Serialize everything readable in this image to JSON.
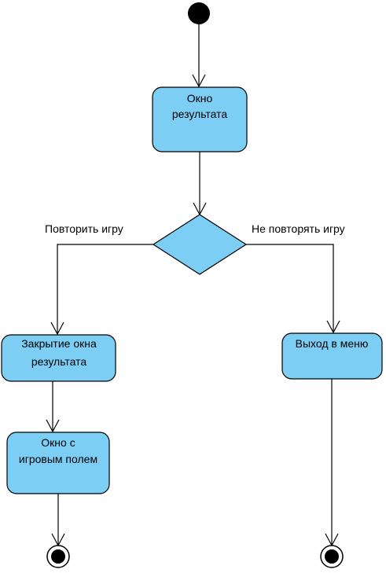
{
  "colors": {
    "node_fill": "#7dcef5",
    "stroke": "#000000",
    "background": "#ffffff"
  },
  "nodes": {
    "result_window": {
      "line1": "Окно",
      "line2": "результата"
    },
    "close_result": {
      "line1": "Закрытие окна",
      "line2": "результата"
    },
    "game_field": {
      "line1": "Окно с",
      "line2": "игровым полем"
    },
    "exit_menu": {
      "label": "Выход в меню"
    }
  },
  "edges": {
    "repeat_game": "Повторить игру",
    "no_repeat_game": "Не повторять игру"
  }
}
